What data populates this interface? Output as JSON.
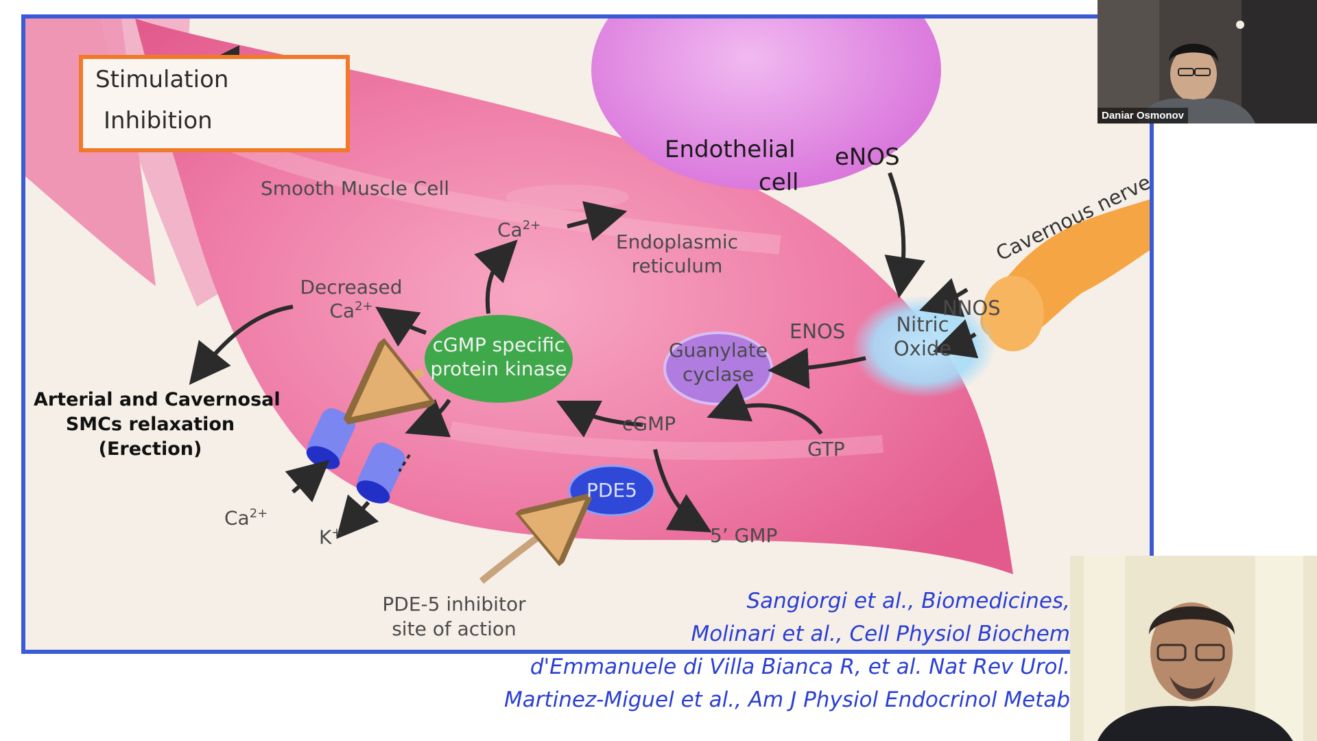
{
  "legend": {
    "stimulation": "Stimulation",
    "inhibition": "Inhibition"
  },
  "labels": {
    "smooth_muscle_cell": "Smooth Muscle Cell",
    "endothelial_cell_line1": "Endothelial",
    "endothelial_cell_line2": "cell",
    "enos_top": "eNOS",
    "cavernous_nerve": "Cavernous nerve",
    "nnos": "NNOS",
    "nitric_oxide_line1": "Nitric",
    "nitric_oxide_line2": "Oxide",
    "enos_mid": "ENOS",
    "guanylate_cyclase_line1": "Guanylate",
    "guanylate_cyclase_line2": "cyclase",
    "gtp": "GTP",
    "cgmp": "cGMP",
    "pde5": "PDE5",
    "five_gmp": "5’ GMP",
    "kinase_line1": "cGMP specific",
    "kinase_line2": "protein kinase",
    "ca_top": "Ca",
    "ca_top_sup": "2+",
    "endoplasmic_line1": "Endoplasmic",
    "endoplasmic_line2": "reticulum",
    "decreased_line1": "Decreased",
    "decreased_ca": "Ca",
    "decreased_ca_sup": "2+",
    "relaxation_line1": "Arterial and Cavernosal",
    "relaxation_line2": "SMCs relaxation",
    "relaxation_line3": "(Erection)",
    "ca_bottom": "Ca",
    "ca_bottom_sup": "2+",
    "k_bottom": "K",
    "k_bottom_sup": "+",
    "pde5_inhibitor_line1": "PDE-5 inhibitor",
    "pde5_inhibitor_line2": "site of action"
  },
  "references": [
    "Sangiorgi et al., Biomedicines,",
    "Molinari et al., Cell Physiol Biochem",
    "d'Emmanuele di Villa Bianca R, et al. Nat Rev Urol.",
    "Martinez-Miguel et al., Am J Physiol Endocrinol Metab"
  ],
  "participants": [
    {
      "name": "Daniar Osmonov"
    },
    {
      "name": ""
    }
  ],
  "colors": {
    "frame": "#3b5bd6",
    "legend_border": "#f07a2a",
    "references": "#2a3fd1",
    "kinase": "#3fa84a",
    "guanylate": "#b07ce0",
    "pde5": "#3048d8",
    "endothelial": "#e58ee8",
    "cell_pink": "#ee6f9c"
  }
}
